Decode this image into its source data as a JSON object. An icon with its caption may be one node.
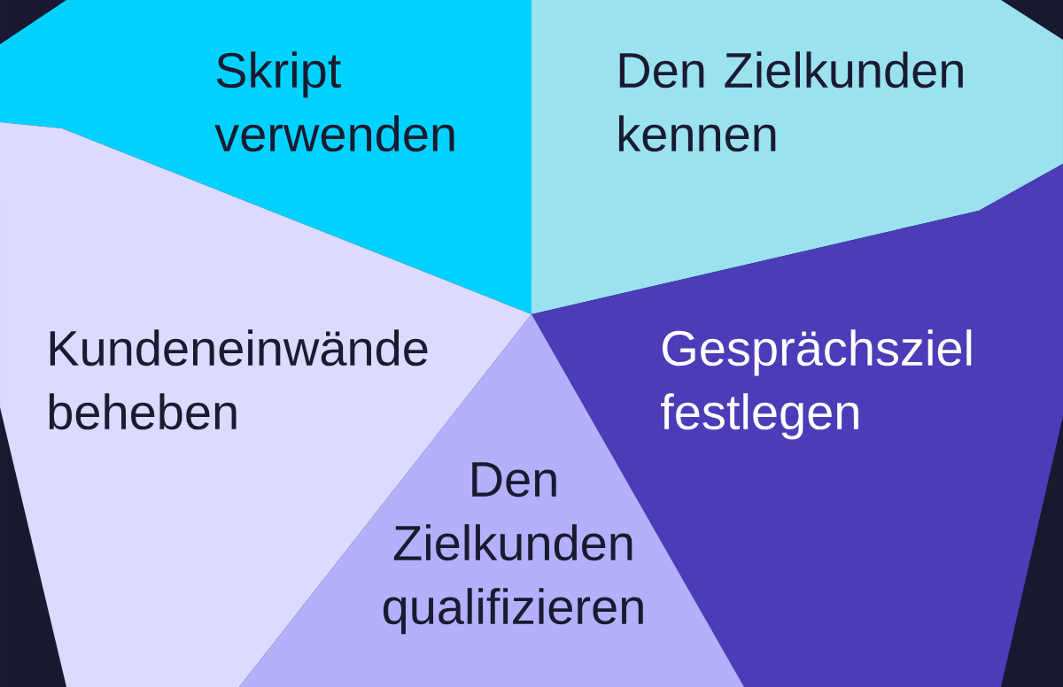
{
  "diagram": {
    "nodes": [
      {
        "text": [
          "Skript verwenden"
        ]
      },
      {
        "text": [
          "Den Zielkunden kennen"
        ]
      },
      {
        "text": [
          "Gesprächsziel festlegen"
        ]
      },
      {
        "text": [
          "Den Zielkunden qualifizieren"
        ]
      },
      {
        "text": [
          "Kundeneinwände beheben"
        ]
      }
    ]
  }
}
